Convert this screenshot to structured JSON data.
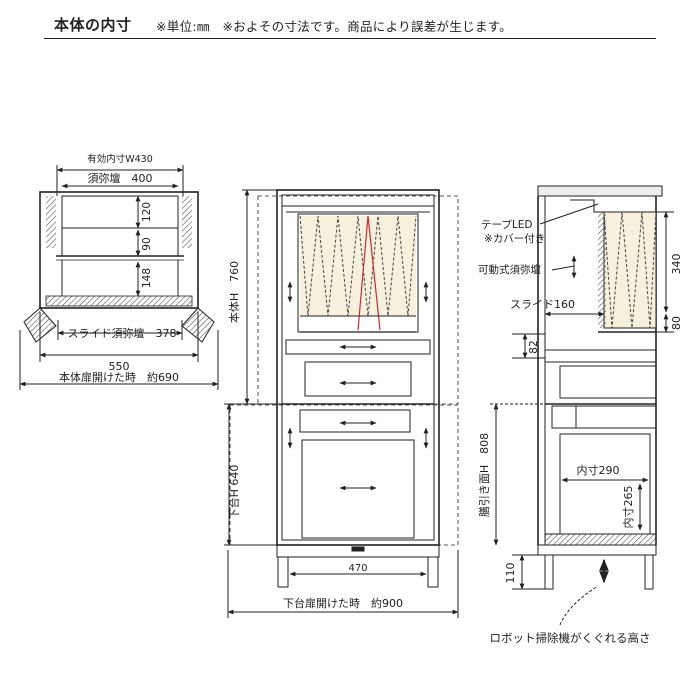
{
  "header": {
    "title": "本体の内寸",
    "note": "※単位:㎜　※およその寸法です。商品により誤差が生じます。"
  },
  "top_view": {
    "effective_width": "有効内寸W430",
    "sumidan_width": "須弥壇　400",
    "h120": "120",
    "h90": "90",
    "h148": "148",
    "slide_sumidan": "スライド須弥壇　378",
    "width_550": "550",
    "open_width": "本体扉開けた時　約690"
  },
  "front_view": {
    "body_height": "本体H　760",
    "lower_height": "下台H 640",
    "base_width": "470",
    "lower_open_width": "下台扉開けた時　約900"
  },
  "side_view": {
    "tape_led": "テープLED",
    "cover_note": "※カバー付き",
    "movable_sumidan": "可動式須弥壇",
    "slide": "スライド160",
    "h340": "340",
    "h80": "80",
    "h82": "82",
    "drawer_height": "膳引き面H　808",
    "inner_290": "内寸290",
    "inner_265": "内寸265",
    "h110": "110",
    "robot_note": "ロボット掃除機がくぐれる高さ"
  }
}
